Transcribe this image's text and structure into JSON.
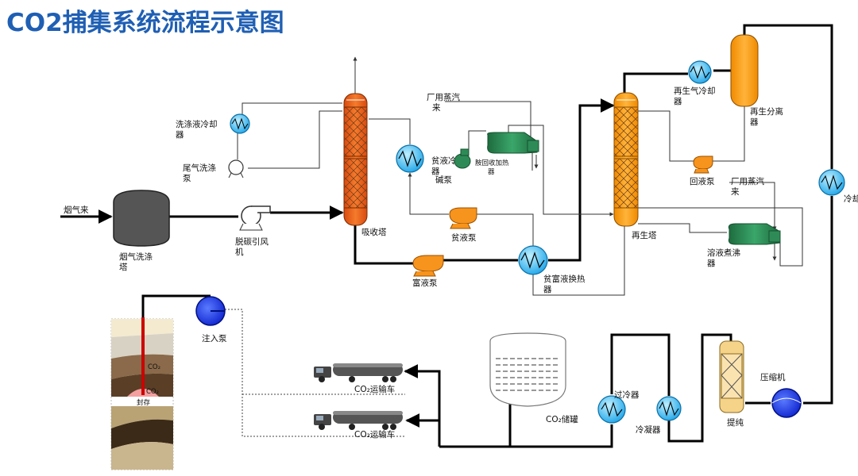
{
  "title": "CO2捕集系统流程示意图",
  "labels": {
    "flue_gas_in": "烟气来",
    "flue_gas_scrubber": "烟气洗涤塔",
    "fan": "脱碳引风机",
    "absorber": "吸收塔",
    "wash_cooler": "洗涤液冷却器",
    "tail_wash_pump": "尾气洗涤泵",
    "lean_cooler": "贫液冷却器",
    "alkali_pump": "碱泵",
    "amine_reclaimer": "胺回收加热器",
    "plant_steam_1": "厂用蒸汽来",
    "lean_pump": "贫液泵",
    "rich_pump": "富液泵",
    "lean_rich_hx": "贫富液换热器",
    "regenerator": "再生塔",
    "regen_gas_cooler": "再生气冷却器",
    "regen_separator": "再生分离器",
    "reflux_pump": "回液泵",
    "plant_steam_2": "厂用蒸汽来",
    "reboiler": "溶液煮沸器",
    "cooler_right": "冷却",
    "compressor": "压缩机",
    "purifier": "提纯",
    "condenser": "冷凝器",
    "subcooler": "过冷器",
    "co2_tank": "CO₂储罐",
    "truck_1": "CO₂运输车",
    "truck_2": "CO₂运输车",
    "injection_pump": "注入泵",
    "storage": "封存",
    "co2_layer_1": "CO₂",
    "co2_layer_2": "CO₂"
  },
  "colors": {
    "title": "#1f5fb4",
    "column_red": "#f26522",
    "column_orange": "#f7a21b",
    "pump_orange": "#f7941d",
    "green_equipment": "#2e8b57",
    "hx_blue": "#29b6f6",
    "pump_blue": "#1e3cff",
    "purifier_fill": "#f5d48a"
  }
}
